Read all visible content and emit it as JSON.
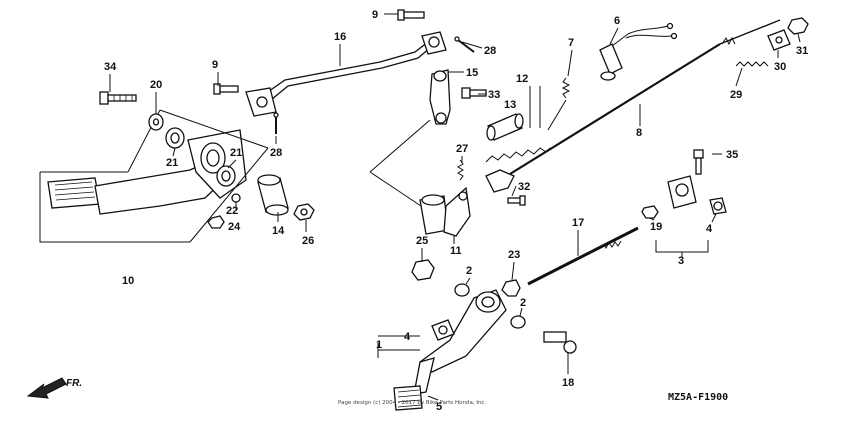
{
  "diagram_code": "MZ5A-F1900",
  "copyright": "Page design (c) 2004 - 2017 by Bike-Parts Honda, Inc.",
  "direction_label": "FR.",
  "callouts": [
    "1",
    "2",
    "2",
    "3",
    "4",
    "4",
    "5",
    "6",
    "7",
    "8",
    "9",
    "9",
    "10",
    "11",
    "12",
    "13",
    "14",
    "15",
    "16",
    "17",
    "18",
    "19",
    "20",
    "21",
    "21",
    "22",
    "23",
    "24",
    "25",
    "26",
    "27",
    "28",
    "28",
    "29",
    "30",
    "31",
    "32",
    "33",
    "34",
    "35"
  ]
}
